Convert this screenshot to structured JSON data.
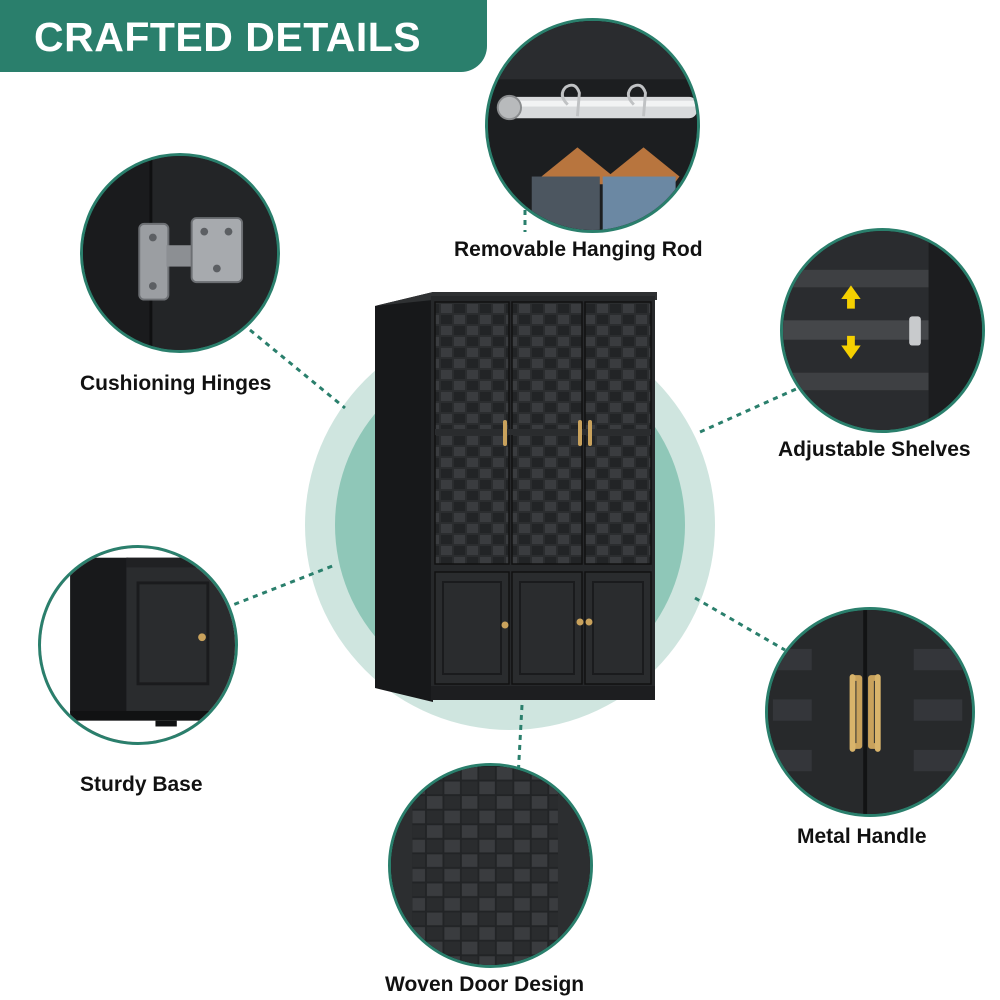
{
  "banner": {
    "title": "CRAFTED DETAILS"
  },
  "features": {
    "hanging_rod": "Removable Hanging Rod",
    "hinges": "Cushioning Hinges",
    "shelves": "Adjustable Shelves",
    "base": "Sturdy Base",
    "handle": "Metal Handle",
    "door": "Woven Door Design"
  },
  "colors": {
    "accent": "#2a7f6c",
    "halo_light": "#cfe5df",
    "halo_mid": "#8fc7b8",
    "wardrobe": "#26282a",
    "hardware_gold": "#c9a25c"
  },
  "icons": [
    "up-down-arrow-icon"
  ]
}
